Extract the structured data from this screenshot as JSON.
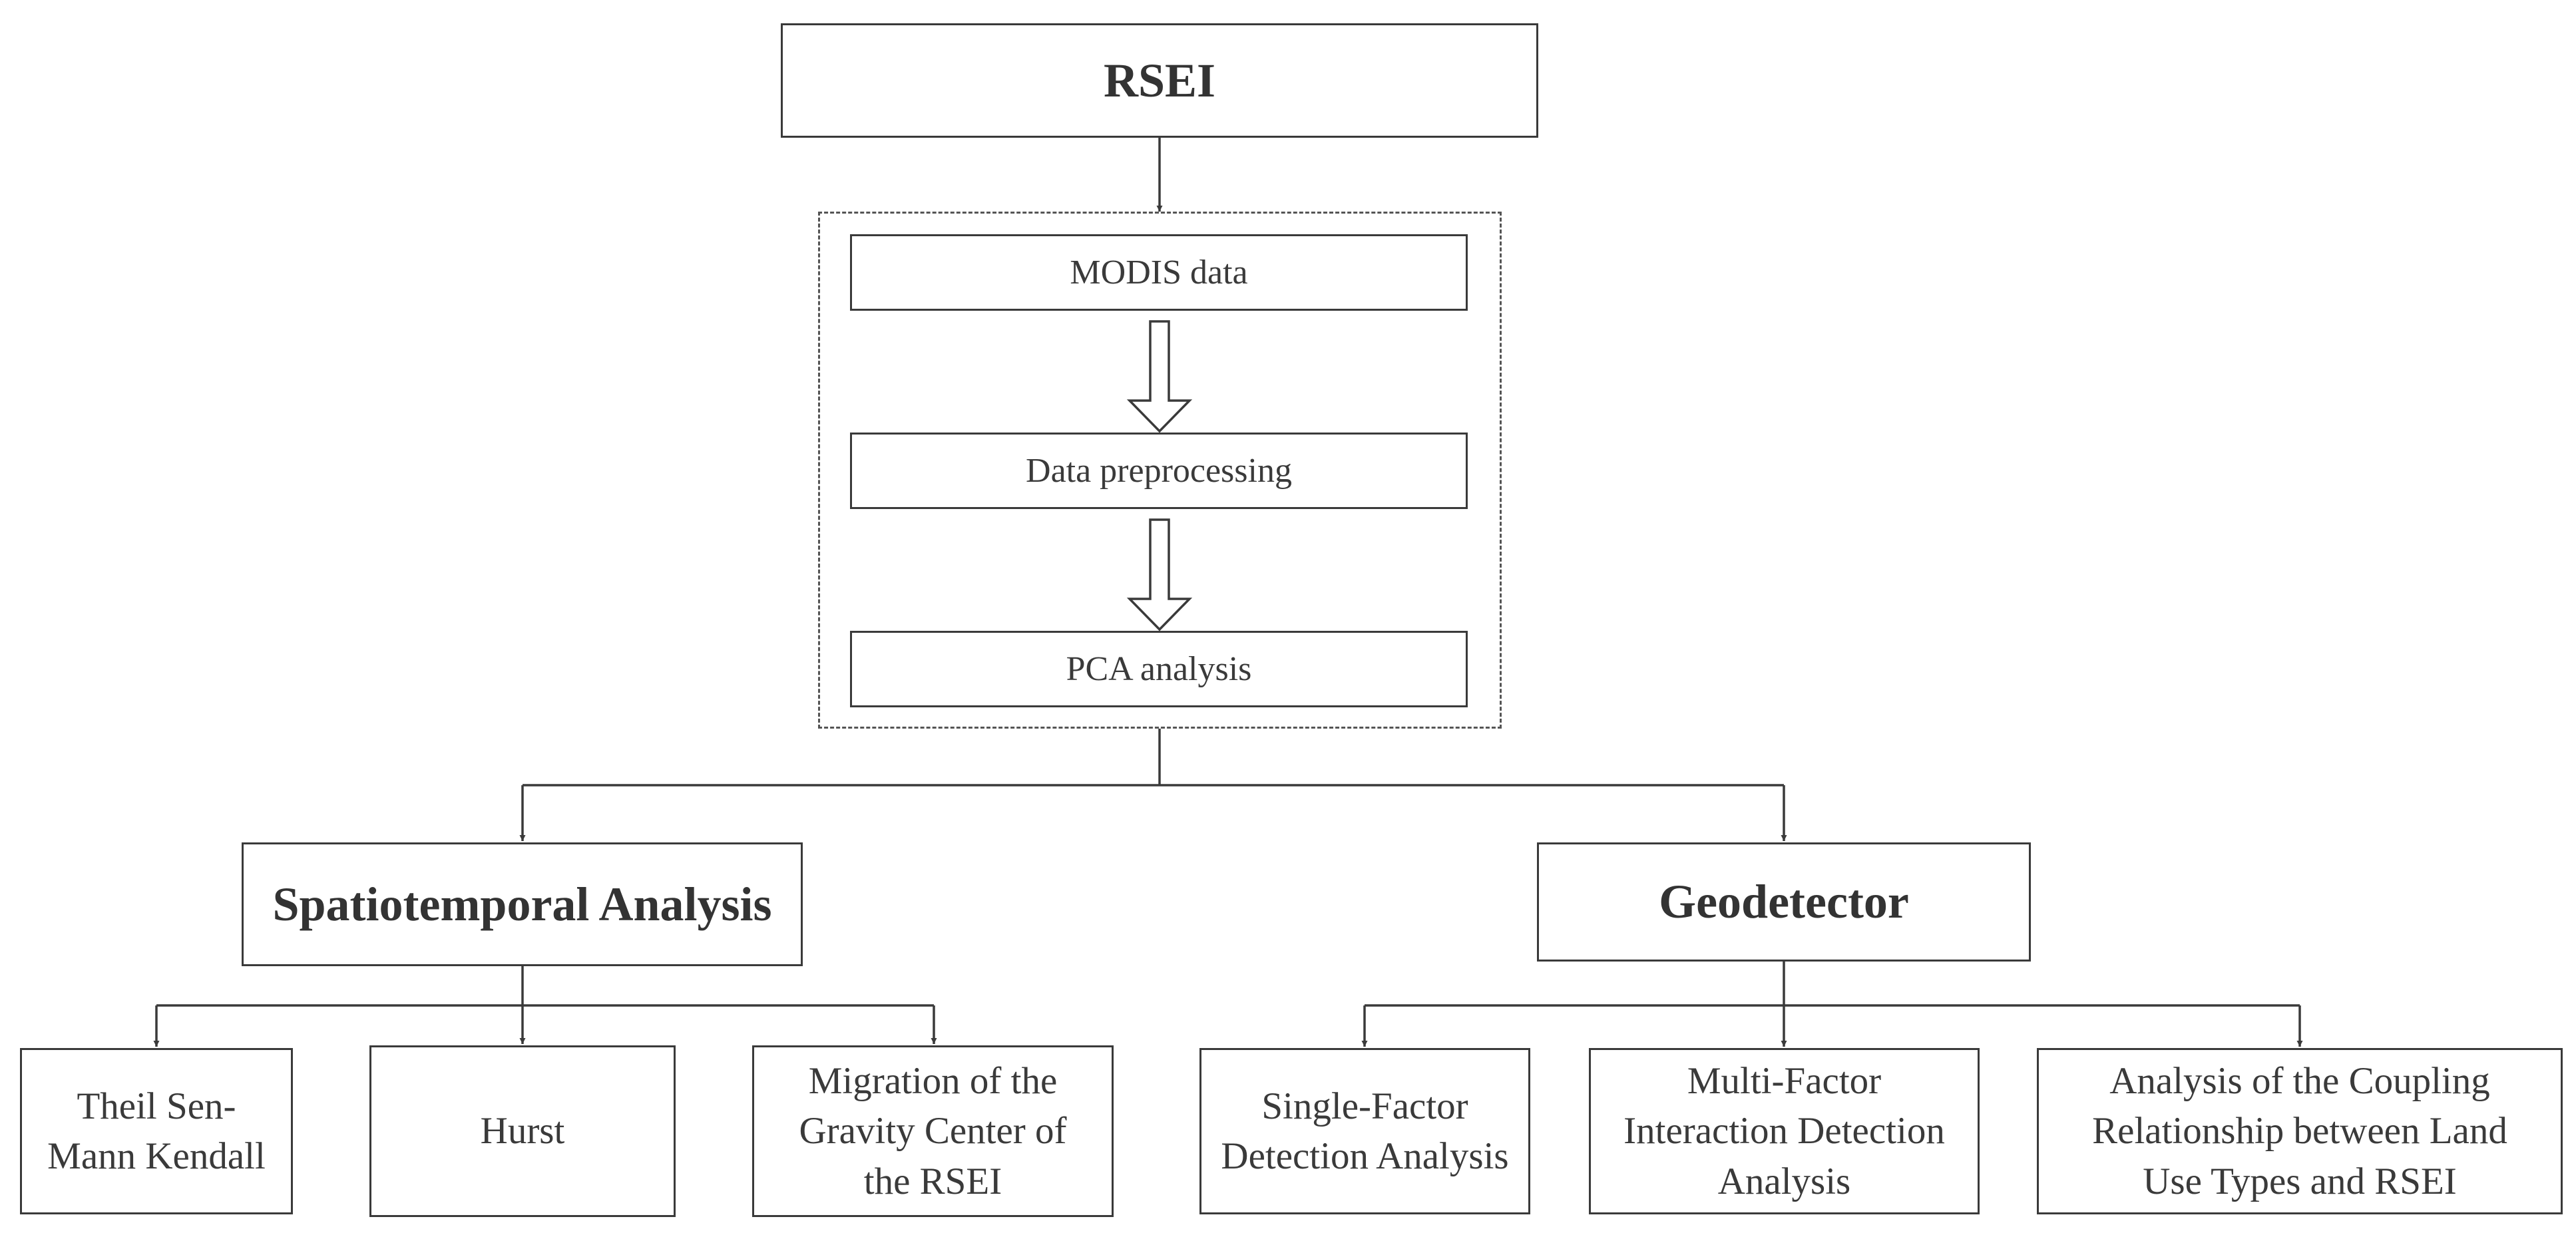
{
  "root": {
    "label": "RSEI"
  },
  "rsei_steps": [
    {
      "label": "MODIS data"
    },
    {
      "label": "Data preprocessing"
    },
    {
      "label": "PCA analysis"
    }
  ],
  "branches": [
    {
      "label": "Spatiotemporal Analysis",
      "children": [
        {
          "lines": [
            "Theil Sen-",
            "Mann Kendall"
          ]
        },
        {
          "lines": [
            "Hurst"
          ]
        },
        {
          "lines": [
            "Migration of the",
            "Gravity Center of",
            "the RSEI"
          ]
        }
      ]
    },
    {
      "label": "Geodetector",
      "children": [
        {
          "lines": [
            "Single-Factor",
            "Detection Analysis"
          ]
        },
        {
          "lines": [
            "Multi-Factor",
            "Interaction Detection",
            "Analysis"
          ]
        },
        {
          "lines": [
            "Analysis of the Coupling",
            "Relationship between Land",
            "Use Types and RSEI"
          ]
        }
      ]
    }
  ],
  "colors": {
    "line": "#3a3a3a",
    "text": "#333333",
    "dashed_border": "#555555",
    "background": "#ffffff"
  }
}
